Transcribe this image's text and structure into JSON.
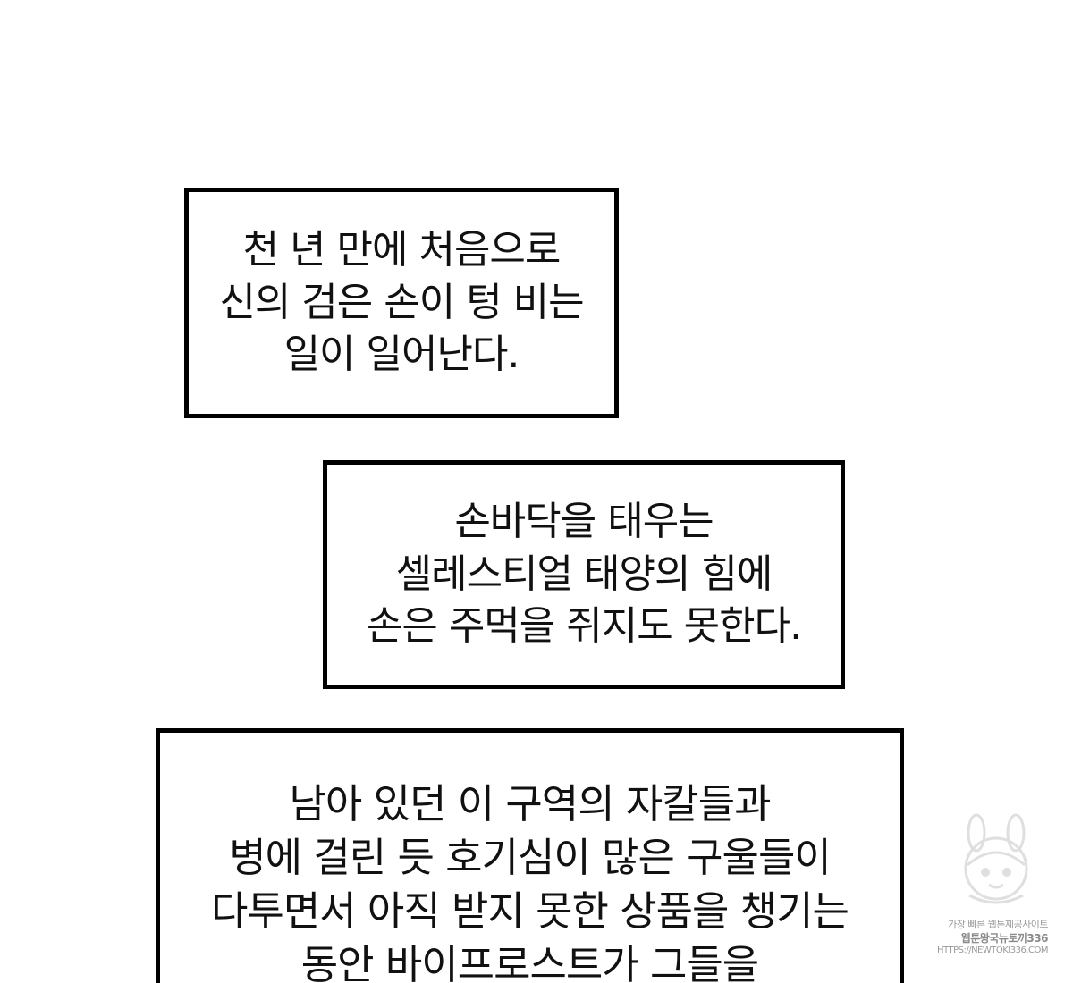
{
  "narration_boxes": [
    {
      "lines": [
        "천 년 만에 처음으로",
        "신의 검은 손이 텅 비는",
        "일이 일어난다."
      ]
    },
    {
      "lines": [
        "손바닥을 태우는",
        "셀레스티얼 태양의 힘에",
        "손은 주먹을 쥐지도 못한다."
      ]
    },
    {
      "lines": [
        "남아 있던 이 구역의 자칼들과",
        "병에 걸린 듯 호기심이 많은 구울들이",
        "다투면서 아직 받지 못한 상품을 챙기는",
        "동안 바이프로스트가 그들을"
      ]
    }
  ],
  "watermark": {
    "line1": "가장 빠른 웹툰제공사이트",
    "line2": "웹툰왕국뉴토끼336",
    "line3": "HTTPS://NEWTOKI336.COM",
    "icon": "bunny-mascot-icon"
  }
}
